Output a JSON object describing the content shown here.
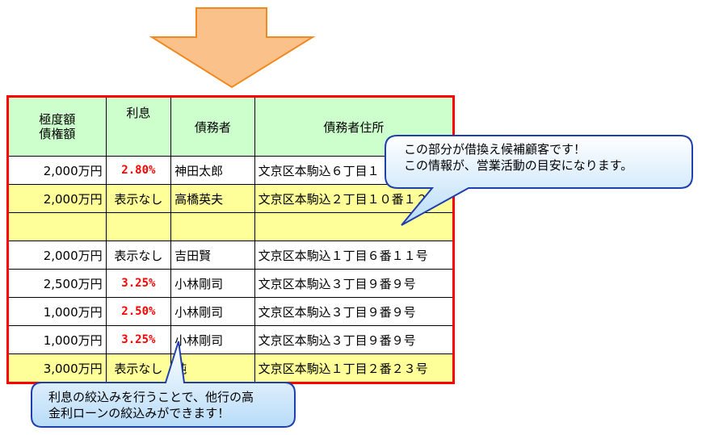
{
  "table": {
    "headers": {
      "amount_line1": "極度額",
      "amount_line2": "債権額",
      "rate": "利息",
      "debtor": "債務者",
      "address": "債務者住所"
    },
    "rows": [
      {
        "amount": "2,000万円",
        "rate": "2.80%",
        "name": "神田太郎",
        "address": "文京区本駒込６丁目１",
        "rate_is_pct": true,
        "highlight": false
      },
      {
        "amount": "2,000万円",
        "rate": "表示なし",
        "name": "高橋英夫",
        "address": "文京区本駒込２丁目１０番１２",
        "rate_is_pct": false,
        "highlight": true
      },
      {
        "amount": "",
        "rate": "",
        "name": "",
        "address": "",
        "rate_is_pct": false,
        "highlight": true
      },
      {
        "amount": "2,000万円",
        "rate": "表示なし",
        "name": "吉田賢",
        "address": "文京区本駒込１丁目６番１１号",
        "rate_is_pct": false,
        "highlight": false
      },
      {
        "amount": "2,500万円",
        "rate": "3.25%",
        "name": "小林剛司",
        "address": "文京区本駒込３丁目９番９号",
        "rate_is_pct": true,
        "highlight": false
      },
      {
        "amount": "1,000万円",
        "rate": "2.50%",
        "name": "小林剛司",
        "address": "文京区本駒込３丁目９番９号",
        "rate_is_pct": true,
        "highlight": false
      },
      {
        "amount": "1,000万円",
        "rate": "3.25%",
        "name": "小林剛司",
        "address": "文京区本駒込３丁目９番９号",
        "rate_is_pct": true,
        "highlight": false
      },
      {
        "amount": "3,000万円",
        "rate": "表示なし",
        "name": "純",
        "address": "文京区本駒込１丁目２番２３号",
        "rate_is_pct": false,
        "highlight": true
      }
    ]
  },
  "callouts": {
    "top_line1": "この部分が借換え候補顧客です！",
    "top_line2": "この情報が、営業活動の目安になります。",
    "bottom_line1": "利息の絞込みを行うことで、他行の高",
    "bottom_line2": "金利ローンの絞込みができます！"
  },
  "colors": {
    "arrow_fill": "#fbc18a",
    "arrow_stroke": "#f08a20",
    "header_bg": "#ccffcc",
    "highlight_row_bg": "#ffff99",
    "table_border": "#ff0000",
    "rate_text": "#ff0000",
    "callout_border": "#1f3fb0"
  },
  "icons": {
    "arrow": "down-arrow-icon"
  }
}
